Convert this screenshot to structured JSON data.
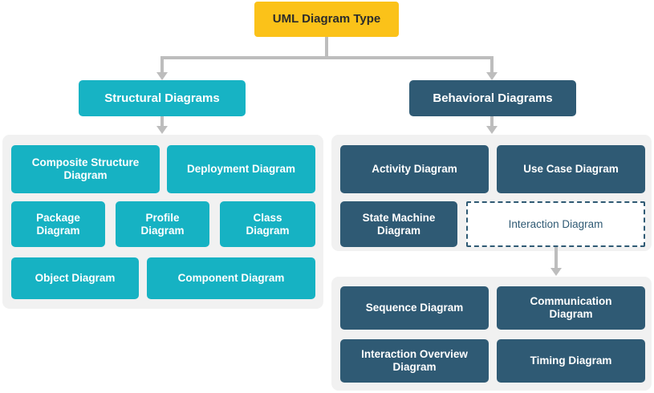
{
  "diagram": {
    "title": "UML Diagram Type",
    "colors": {
      "root": "#FBC219",
      "structural": "#16B2C3",
      "behavioral": "#2F5A74",
      "panel": "#F1F1F1",
      "connector": "#BDBDBD",
      "dashed_border": "#2F5A74",
      "canvas": "#FFFFFF"
    },
    "root": {
      "label": "UML Diagram Type"
    },
    "branches": [
      {
        "key": "structural",
        "label": "Structural Diagrams",
        "nodes": [
          {
            "label": "Composite Structure\nDiagram"
          },
          {
            "label": "Deployment Diagram"
          },
          {
            "label": "Package\nDiagram"
          },
          {
            "label": "Profile\nDiagram"
          },
          {
            "label": "Class\nDiagram"
          },
          {
            "label": "Object Diagram"
          },
          {
            "label": "Component Diagram"
          }
        ]
      },
      {
        "key": "behavioral",
        "label": "Behavioral Diagrams",
        "nodes": [
          {
            "label": "Activity Diagram"
          },
          {
            "label": "Use Case Diagram"
          },
          {
            "label": "State Machine\nDiagram"
          },
          {
            "label": "Interaction Diagram",
            "style": "dashed"
          }
        ],
        "sub_nodes": [
          {
            "label": "Sequence Diagram"
          },
          {
            "label": "Communication\nDiagram"
          },
          {
            "label": "Interaction Overview\nDiagram"
          },
          {
            "label": "Timing Diagram"
          }
        ]
      }
    ]
  }
}
